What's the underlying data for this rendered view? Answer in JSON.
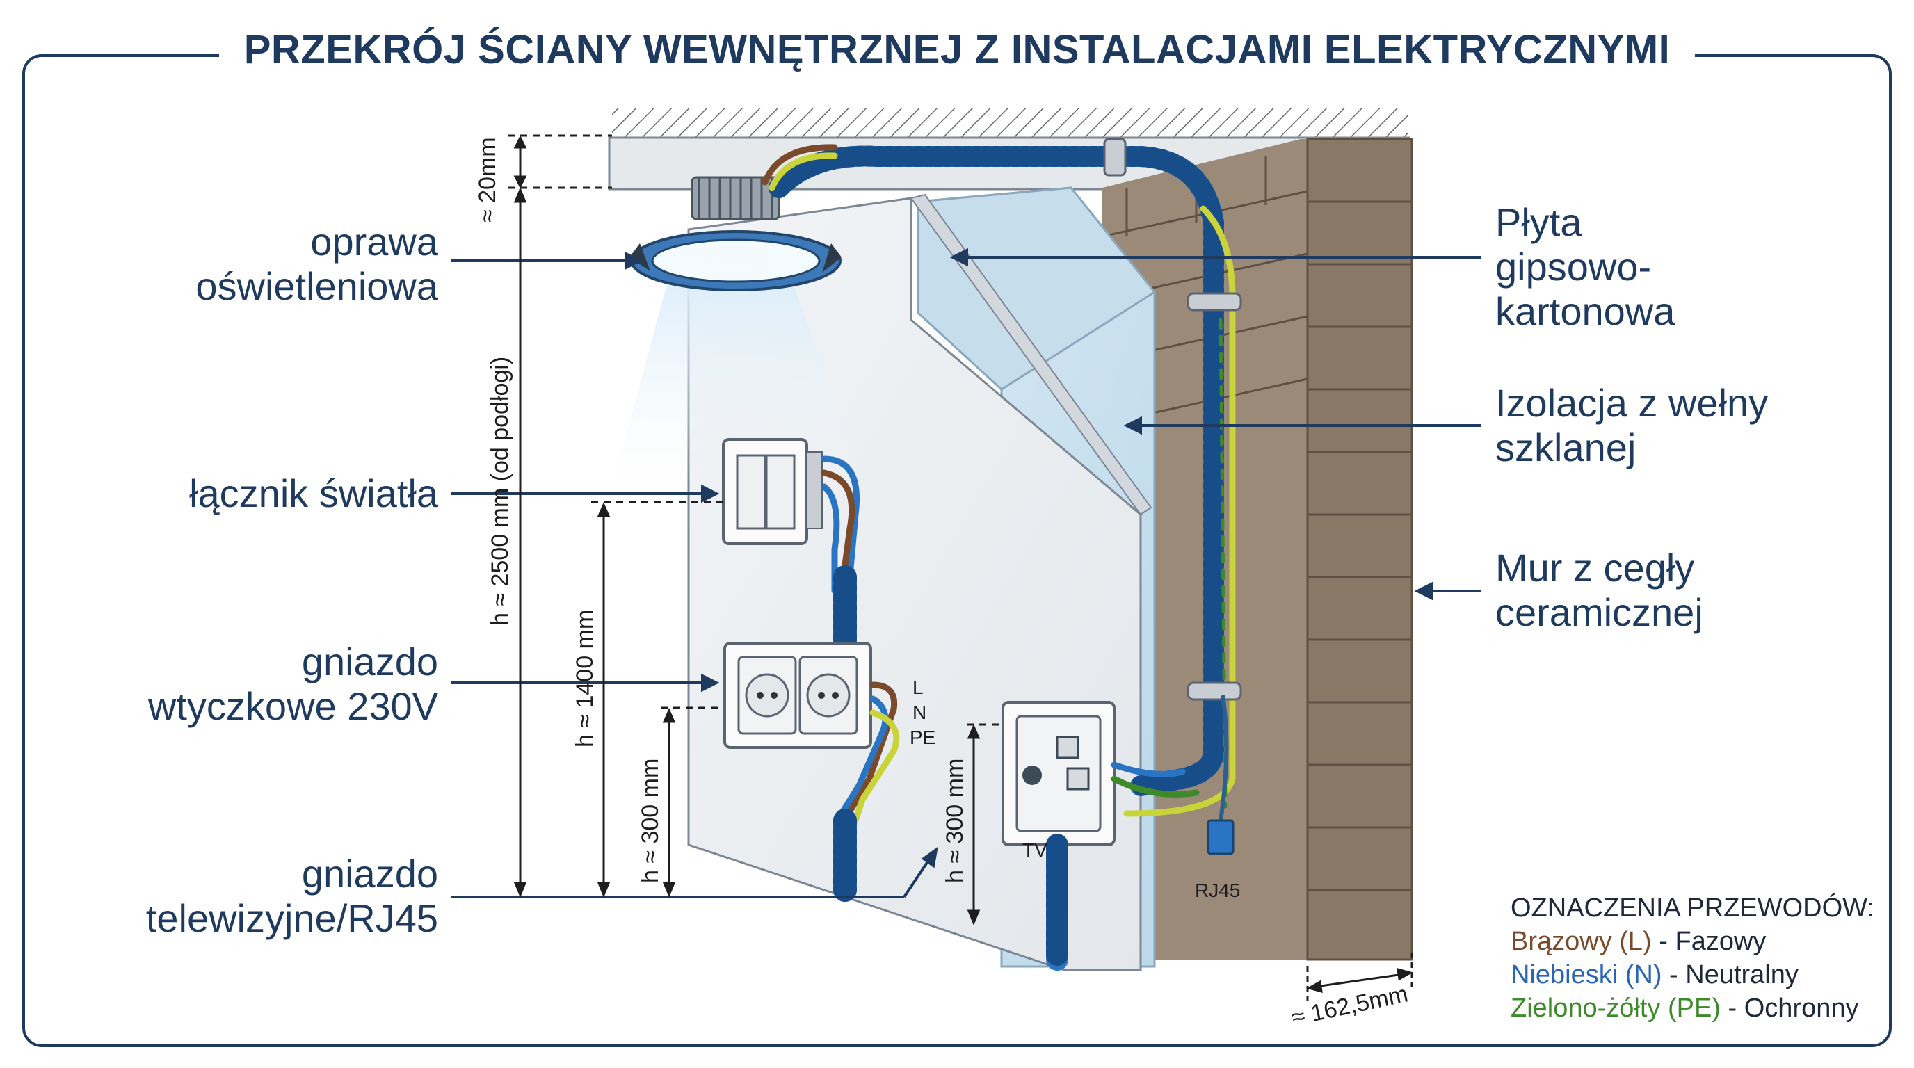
{
  "title": "PRZEKRÓJ ŚCIANY WEWNĘTRZNEJ Z INSTALACJAMI ELEKTRYCZNYMI",
  "labels_left": {
    "oprawa_line1": "oprawa",
    "oprawa_line2": "oświetleniowa",
    "lacznik": "łącznik światła",
    "gniazdo_line1": "gniazdo",
    "gniazdo_line2": "wtyczkowe 230V",
    "tv_line1": "gniazdo",
    "tv_line2": "telewizyjne/RJ45"
  },
  "labels_right": {
    "plyta_line1": "Płyta",
    "plyta_line2": "gipsowo-",
    "plyta_line3": "kartonowa",
    "izolacja_line1": "Izolacja z wełny",
    "izolacja_line2": "szklanej",
    "mur_line1": "Mur z cegły",
    "mur_line2": "ceramicznej"
  },
  "dimensions": {
    "ceiling_gap": "≈ 20mm",
    "total_height": "h ≈ 2500 mm (od podłogi)",
    "switch_height": "h ≈ 1400 mm",
    "socket_height": "h ≈ 300 mm",
    "tv_height": "h ≈ 300 mm",
    "wall_thickness": "≈ 162,5mm"
  },
  "wire_tags": {
    "L": "L",
    "N": "N",
    "PE": "PE",
    "tv": "TV",
    "rj45": "RJ45"
  },
  "legend": {
    "title": "OZNACZENIA PRZEWODÓW:",
    "brown_name": "Brązowy (L)",
    "brown_desc": " - Fazowy",
    "blue_name": "Niebieski (N)",
    "blue_desc": " - Neutralny",
    "green_name": "Zielono-żółty (PE)",
    "green_desc": " - Ochronny"
  },
  "colors": {
    "navy": "#1f3a5f",
    "brown_wire": "#7a4a2a",
    "blue_wire": "#2a74c4",
    "green_wire": "#3e8a2a",
    "yellow_green": "#c9d43a",
    "brick": "#8c7a6a",
    "insulation": "#cfe3ef",
    "drywall": "#eef0f2"
  }
}
